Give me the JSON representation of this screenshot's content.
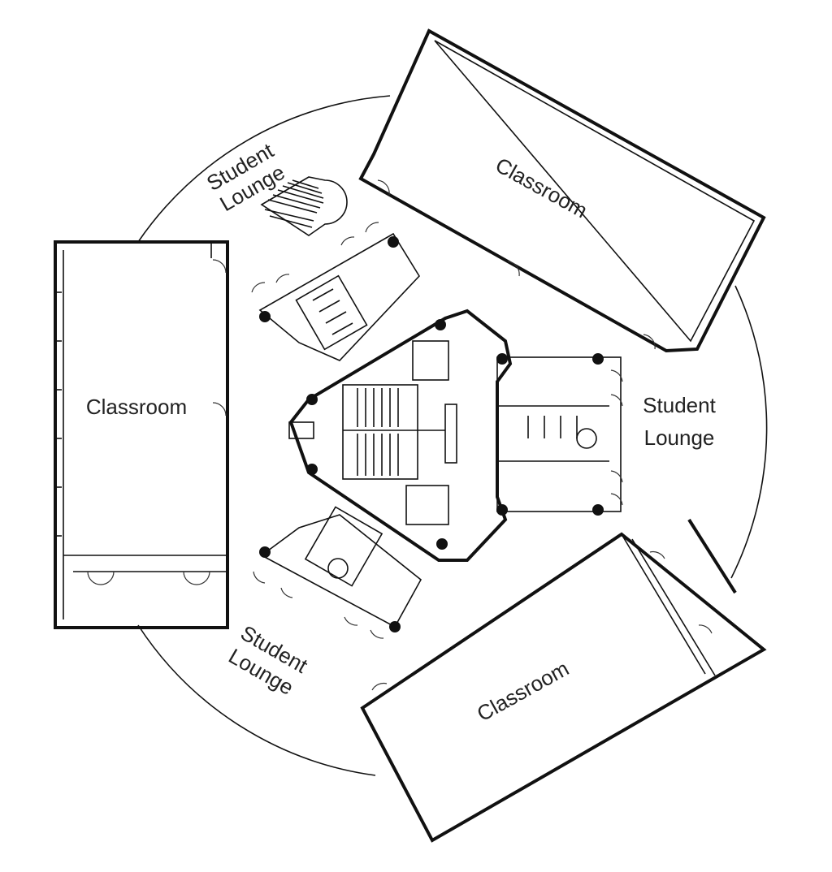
{
  "plan": {
    "colors": {
      "ink": "#111111",
      "paper": "#ffffff"
    },
    "rooms": {
      "classroom_top": "Classroom",
      "classroom_left": "Classroom",
      "classroom_bottom": "Classroom",
      "lounge_top_line1": "Student",
      "lounge_top_line2": "Lounge",
      "lounge_right_line1": "Student",
      "lounge_right_line2": "Lounge",
      "lounge_bottom_line1": "Student",
      "lounge_bottom_line2": "Lounge"
    }
  }
}
